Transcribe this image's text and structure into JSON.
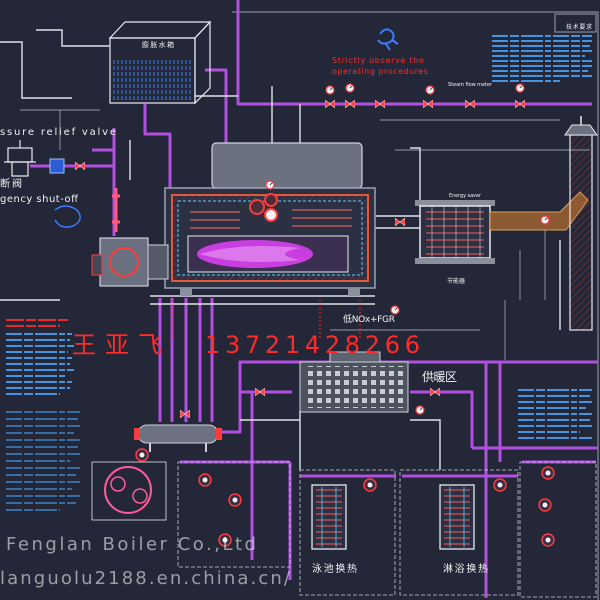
{
  "diagram": {
    "expansion_tank_label": "膨胀水箱",
    "warning_line1": "Strictly observe the",
    "warning_line2": "operating procedures",
    "tech_requirements_title": "技术要求",
    "steam_flow_meter_label": "Steam flow meter",
    "pressure_relief_label": "ssure relief valve",
    "shutoff_label_cn": "断阀",
    "shutoff_label_en": "gency shut-off",
    "energy_saver_label": "Energy saver",
    "economizer_label_cn": "节能器",
    "burner_tech_label": "低NOx+FGR",
    "heating_zone_label": "供暖区",
    "pool_exchange_label": "泳池换热",
    "shower_exchange_label": "淋浴换热"
  },
  "watermarks": {
    "contact_name": "王亚飞",
    "contact_phone": "13721428266",
    "company": "Fenglan Boiler Co.,Ltd",
    "website": "languolu2188.en.china.cn/"
  },
  "colors": {
    "background": "#232737",
    "pipe_main": "#b14fe0",
    "pipe_white": "#dfe2ea",
    "accent_red": "#ff2a2a",
    "flame": "#c83ee0",
    "cyan": "#4fd3ff",
    "text_block": "#4aa8ff"
  }
}
